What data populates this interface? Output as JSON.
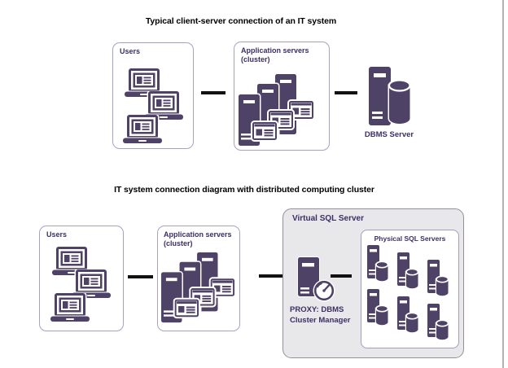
{
  "palette": {
    "icon_purple": "#4e4266",
    "label_purple": "#3d2e66",
    "box_border": "#aaa1c1",
    "panel_bg": "#e8e7e9",
    "panel_border": "#958e9b",
    "connector_black": "#111111",
    "title_black": "#000000",
    "page_edge_grey": "#b7b3b0"
  },
  "top_diagram": {
    "title": "Typical client-server connection of an IT system",
    "users": {
      "label": "Users",
      "icon": "laptop-icon",
      "laptop_count": 3
    },
    "app_servers": {
      "label_line1": "Application servers",
      "label_line2": "(cluster)",
      "icon": "server-cluster-icon"
    },
    "dbms": {
      "label": "DBMS Server",
      "icon": "server-database-icon"
    }
  },
  "bottom_diagram": {
    "title": "IT system connection diagram with distributed computing cluster",
    "users": {
      "label": "Users",
      "icon": "laptop-icon",
      "laptop_count": 3
    },
    "app_servers": {
      "label_line1": "Application servers",
      "label_line2": "(cluster)",
      "icon": "server-cluster-icon"
    },
    "virtual_sql": {
      "label": "Virtual SQL Server"
    },
    "proxy": {
      "label_line1": "PROXY: DBMS",
      "label_line2": "Cluster Manager",
      "icon": "proxy-server-gauge-icon"
    },
    "physical_sql": {
      "label": "Physical SQL Servers",
      "icon": "server-database-icon",
      "unit_count": 6
    }
  }
}
